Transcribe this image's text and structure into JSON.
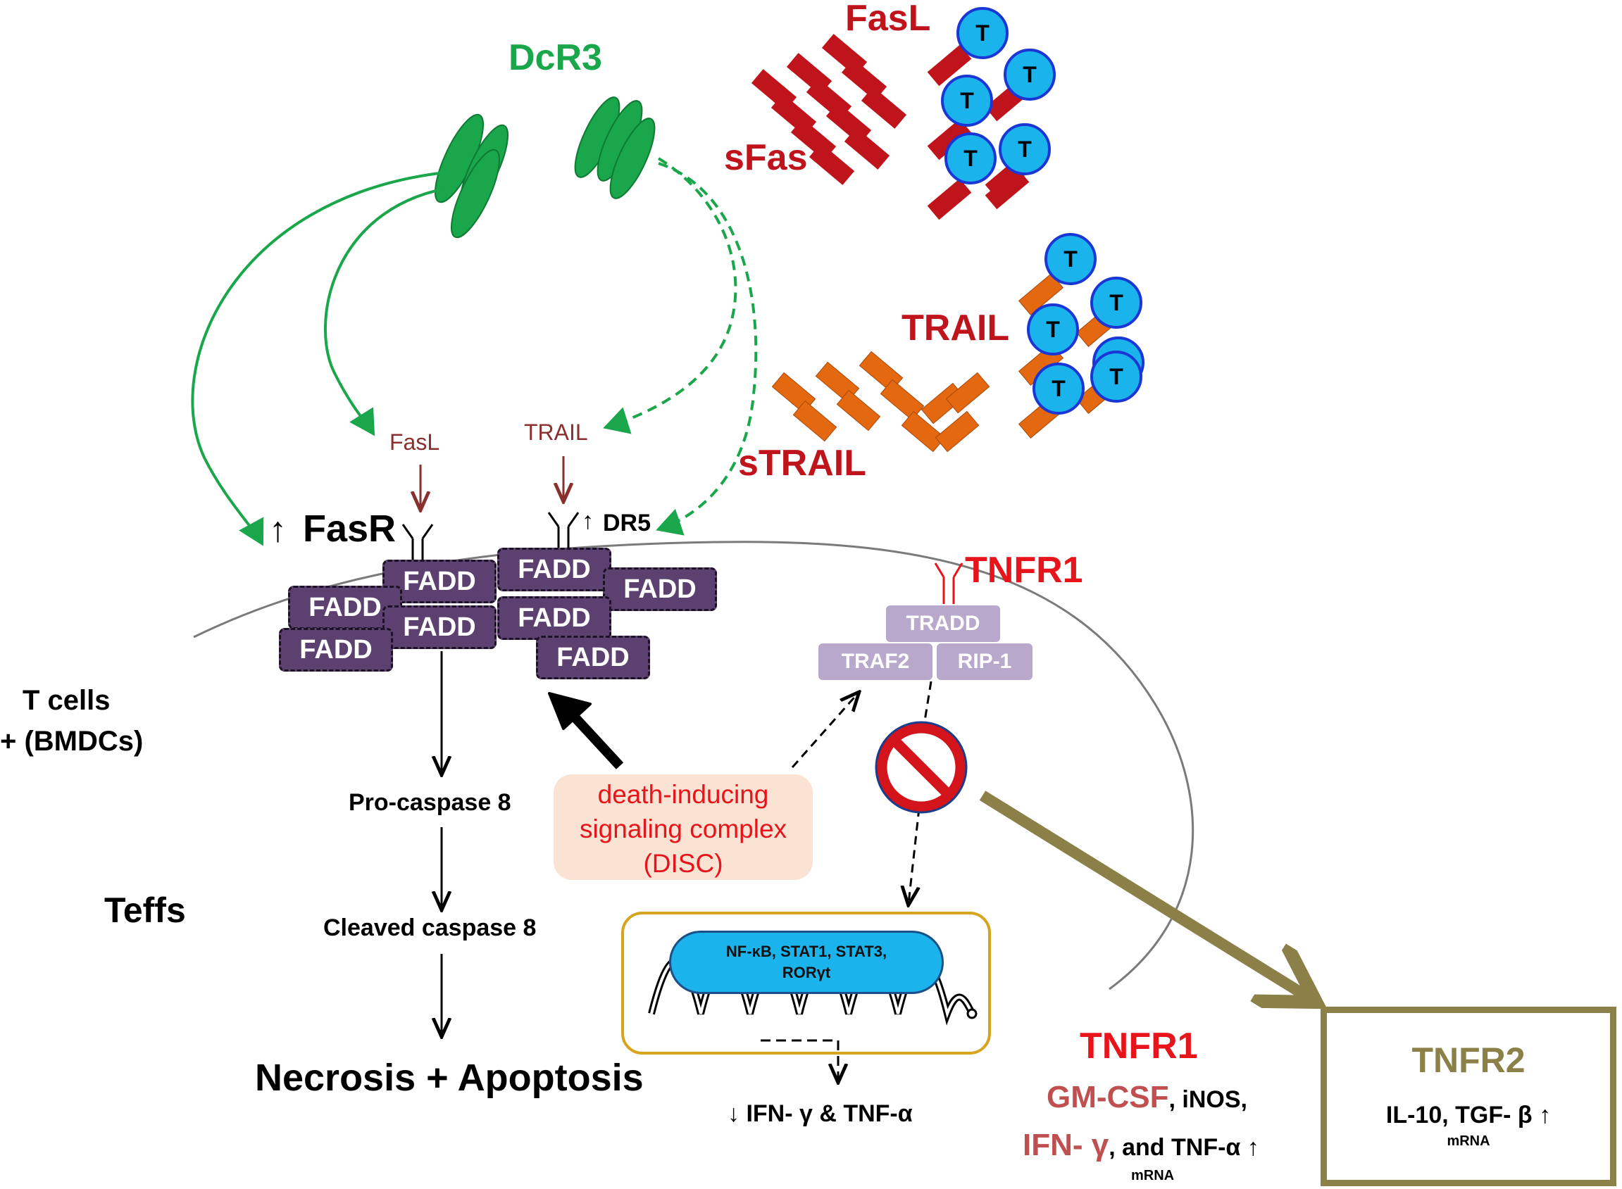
{
  "top": {
    "dcr3": "DcR3",
    "fasl": "FasL",
    "sfas": "sFas",
    "trail": "TRAIL",
    "strail": "sTRAIL",
    "t_label": "T"
  },
  "membrane": {
    "fasl_small": "FasL",
    "trail_small": "TRAIL",
    "fasr_arrow": "↑",
    "fasr": "FasR",
    "dr5_arrow": "↑",
    "dr5": "DR5",
    "tnfr1": "TNFR1",
    "fadd": "FADD",
    "tradd": "TRADD",
    "traf2": "TRAF2",
    "rip1": "RIP-1"
  },
  "left": {
    "tcells_line1": "T cells",
    "tcells_line2": "+ (BMDCs)",
    "teffs": "Teffs"
  },
  "pathway": {
    "procaspase": "Pro-caspase 8",
    "cleaved": "Cleaved caspase 8",
    "outcome": "Necrosis + Apoptosis"
  },
  "disc": {
    "line1": "death-inducing",
    "line2": "signaling complex",
    "line3": "(DISC)"
  },
  "nucleus": {
    "tf_line1": "NF-κB, STAT1, STAT3,",
    "tf_line2": "RORγt",
    "down": "↓ IFN- γ & TNF-α"
  },
  "tnfr1_output": {
    "title": "TNFR1",
    "gmcsf": "GM-CSF",
    "inos": ", iNOS,",
    "ifng": "IFN- γ",
    "tnfa": ", and TNF-α ↑",
    "mrna": "mRNA"
  },
  "tnfr2": {
    "title": "TNFR2",
    "line": "IL-10, TGF- β ↑",
    "mrna": "mRNA"
  },
  "colors": {
    "green": "#1aa64a",
    "dark_red": "#c0141c",
    "red": "#e8141b",
    "purple": "#5c4070",
    "light_purple": "#b7a8cc",
    "blue": "#1ab3ec",
    "orange": "#e3680f",
    "olive": "#8b8048"
  }
}
